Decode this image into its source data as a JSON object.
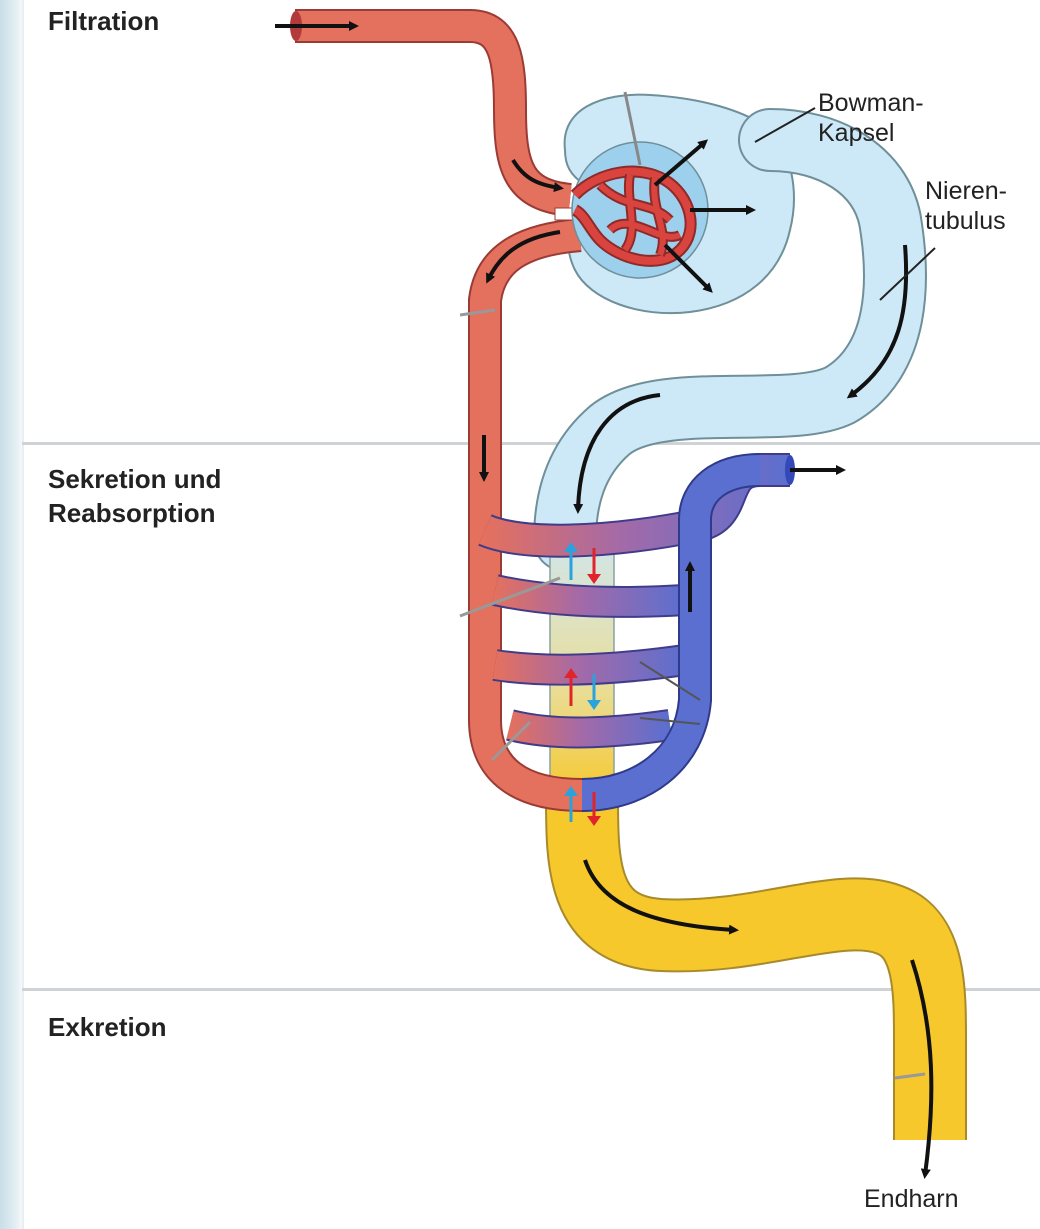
{
  "sections": {
    "filtration": "Filtration",
    "secretion_line1": "Sekretion und",
    "secretion_line2": "Reabsorption",
    "excretion": "Exkretion"
  },
  "labels": {
    "bowman_line1": "Bowman-",
    "bowman_line2": "Kapsel",
    "tubulus_line1": "Nieren-",
    "tubulus_line2": "tubulus",
    "endharn": "Endharn"
  },
  "colors": {
    "artery": "#e4705e",
    "vein": "#5a6fd0",
    "tubule": "#cfe9f6",
    "urine": "#f6c82c",
    "arrow": "#111111",
    "secretion_arrow": "#e0242a",
    "reabsorption_arrow": "#2aa3dc"
  }
}
